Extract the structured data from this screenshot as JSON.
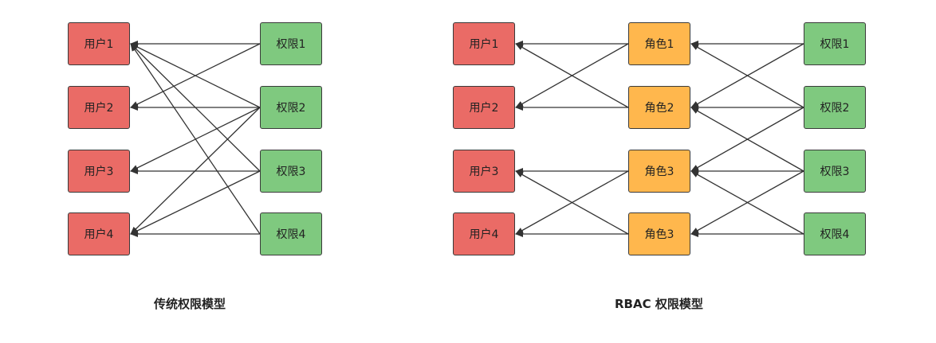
{
  "colors": {
    "user": "#ea6b66",
    "permission": "#7fc97f",
    "role": "#ffb74d",
    "edge": "#333333"
  },
  "traditional": {
    "caption": "传统权限模型",
    "users": [
      "用户1",
      "用户2",
      "用户3",
      "用户4"
    ],
    "permissions": [
      "权限1",
      "权限2",
      "权限3",
      "权限4"
    ],
    "edges": [
      {
        "from": "permission-1",
        "to": "user-1"
      },
      {
        "from": "permission-1",
        "to": "user-2"
      },
      {
        "from": "permission-2",
        "to": "user-1"
      },
      {
        "from": "permission-2",
        "to": "user-2"
      },
      {
        "from": "permission-2",
        "to": "user-3"
      },
      {
        "from": "permission-2",
        "to": "user-4"
      },
      {
        "from": "permission-3",
        "to": "user-1"
      },
      {
        "from": "permission-3",
        "to": "user-3"
      },
      {
        "from": "permission-3",
        "to": "user-4"
      },
      {
        "from": "permission-4",
        "to": "user-1"
      },
      {
        "from": "permission-4",
        "to": "user-4"
      }
    ]
  },
  "rbac": {
    "caption": "RBAC 权限模型",
    "users": [
      "用户1",
      "用户2",
      "用户3",
      "用户4"
    ],
    "roles": [
      "角色1",
      "角色2",
      "角色3",
      "角色3"
    ],
    "permissions": [
      "权限1",
      "权限2",
      "权限3",
      "权限4"
    ],
    "role_user_edges": [
      {
        "from": "role-1",
        "to": "user-1"
      },
      {
        "from": "role-1",
        "to": "user-2"
      },
      {
        "from": "role-2",
        "to": "user-1"
      },
      {
        "from": "role-2",
        "to": "user-2"
      },
      {
        "from": "role-3",
        "to": "user-3"
      },
      {
        "from": "role-3",
        "to": "user-4"
      },
      {
        "from": "role-4",
        "to": "user-3"
      },
      {
        "from": "role-4",
        "to": "user-4"
      }
    ],
    "permission_role_edges": [
      {
        "from": "permission-1",
        "to": "role-1"
      },
      {
        "from": "permission-1",
        "to": "role-2"
      },
      {
        "from": "permission-2",
        "to": "role-1"
      },
      {
        "from": "permission-2",
        "to": "role-2"
      },
      {
        "from": "permission-2",
        "to": "role-3"
      },
      {
        "from": "permission-3",
        "to": "role-2"
      },
      {
        "from": "permission-3",
        "to": "role-3"
      },
      {
        "from": "permission-3",
        "to": "role-4"
      },
      {
        "from": "permission-4",
        "to": "role-3"
      },
      {
        "from": "permission-4",
        "to": "role-4"
      }
    ]
  }
}
